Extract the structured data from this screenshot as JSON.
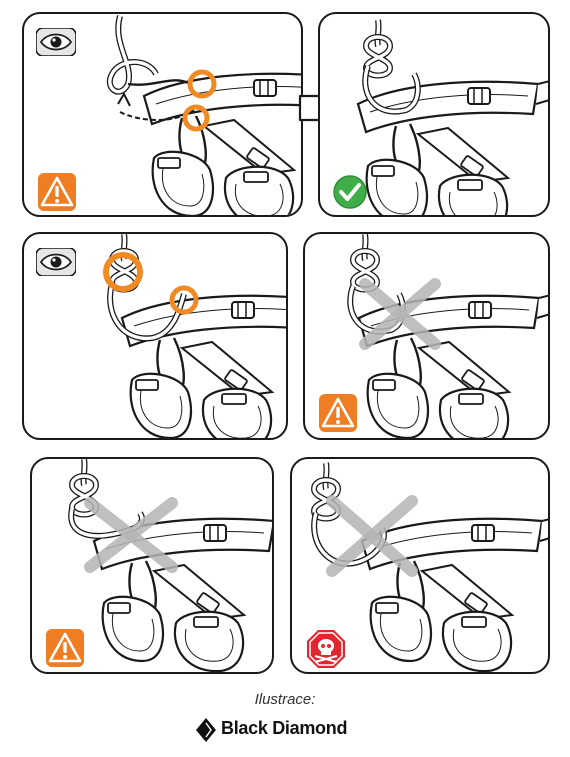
{
  "caption": "Ilustrace:",
  "brand": {
    "name": "Black Diamond",
    "logo_icon": "diamond-logo-icon"
  },
  "colors": {
    "warning_orange": "#ee7d23",
    "ok_green": "#3fae49",
    "danger_red": "#e2262e",
    "highlight_orange": "#f08a24",
    "cross_gray": "#b5b5b5"
  },
  "panels": [
    {
      "id": "panel-1",
      "badges": [
        "eye-icon",
        "warning-icon"
      ],
      "highlight": "orange-circles"
    },
    {
      "id": "panel-2",
      "badges": [
        "check-icon"
      ]
    },
    {
      "id": "panel-3",
      "badges": [
        "eye-icon"
      ],
      "highlight": "orange-circles"
    },
    {
      "id": "panel-4",
      "badges": [
        "warning-icon"
      ],
      "cross": true
    },
    {
      "id": "panel-5",
      "badges": [
        "warning-icon"
      ],
      "cross": true
    },
    {
      "id": "panel-6",
      "badges": [
        "skull-stop-icon"
      ],
      "cross": true
    }
  ]
}
